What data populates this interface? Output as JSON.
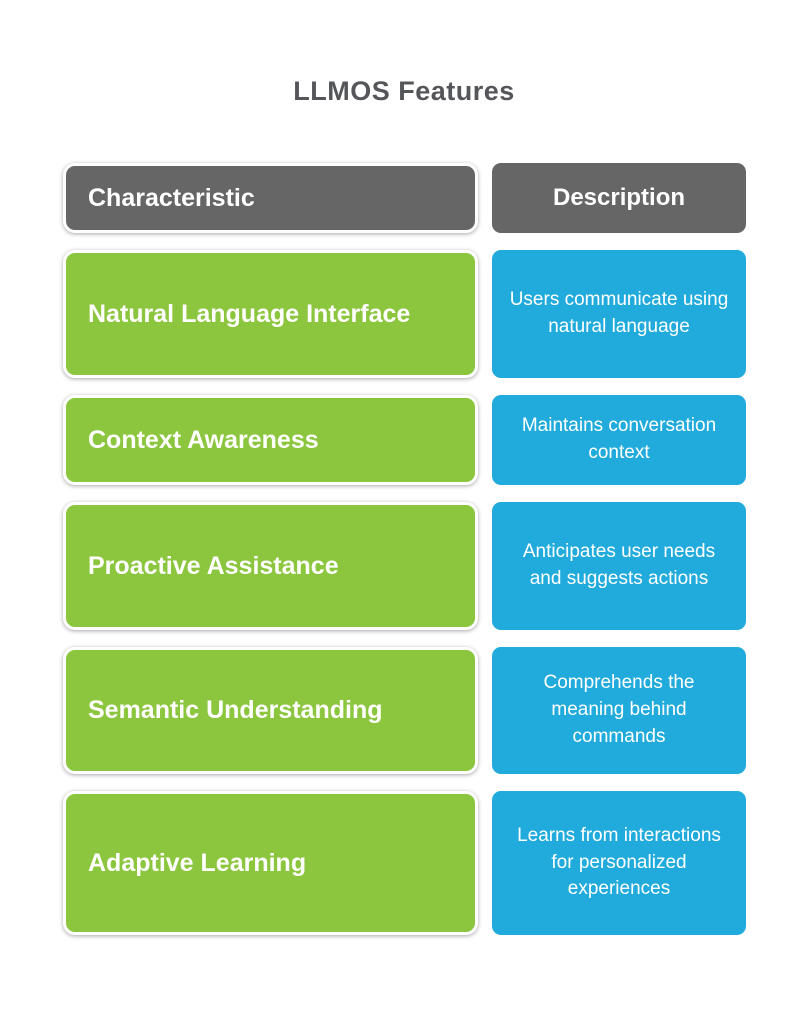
{
  "title": "LLMOS Features",
  "colors": {
    "green": "#8CC63E",
    "blue": "#21ABDC",
    "gray": "#666666",
    "title_color": "#54565A",
    "text_on_boxes": "#FFFFFF"
  },
  "table": {
    "headers": {
      "characteristic": "Characteristic",
      "description": "Description"
    },
    "rows": [
      {
        "characteristic": "Natural Language Interface",
        "description": "Users communicate using natural language"
      },
      {
        "characteristic": "Context Awareness",
        "description": "Maintains conversation context"
      },
      {
        "characteristic": "Proactive Assistance",
        "description": "Anticipates user needs and suggests actions"
      },
      {
        "characteristic": "Semantic Understanding",
        "description": "Comprehends the meaning behind commands"
      },
      {
        "characteristic": "Adaptive Learning",
        "description": "Learns from interactions for personalized experiences"
      }
    ]
  }
}
